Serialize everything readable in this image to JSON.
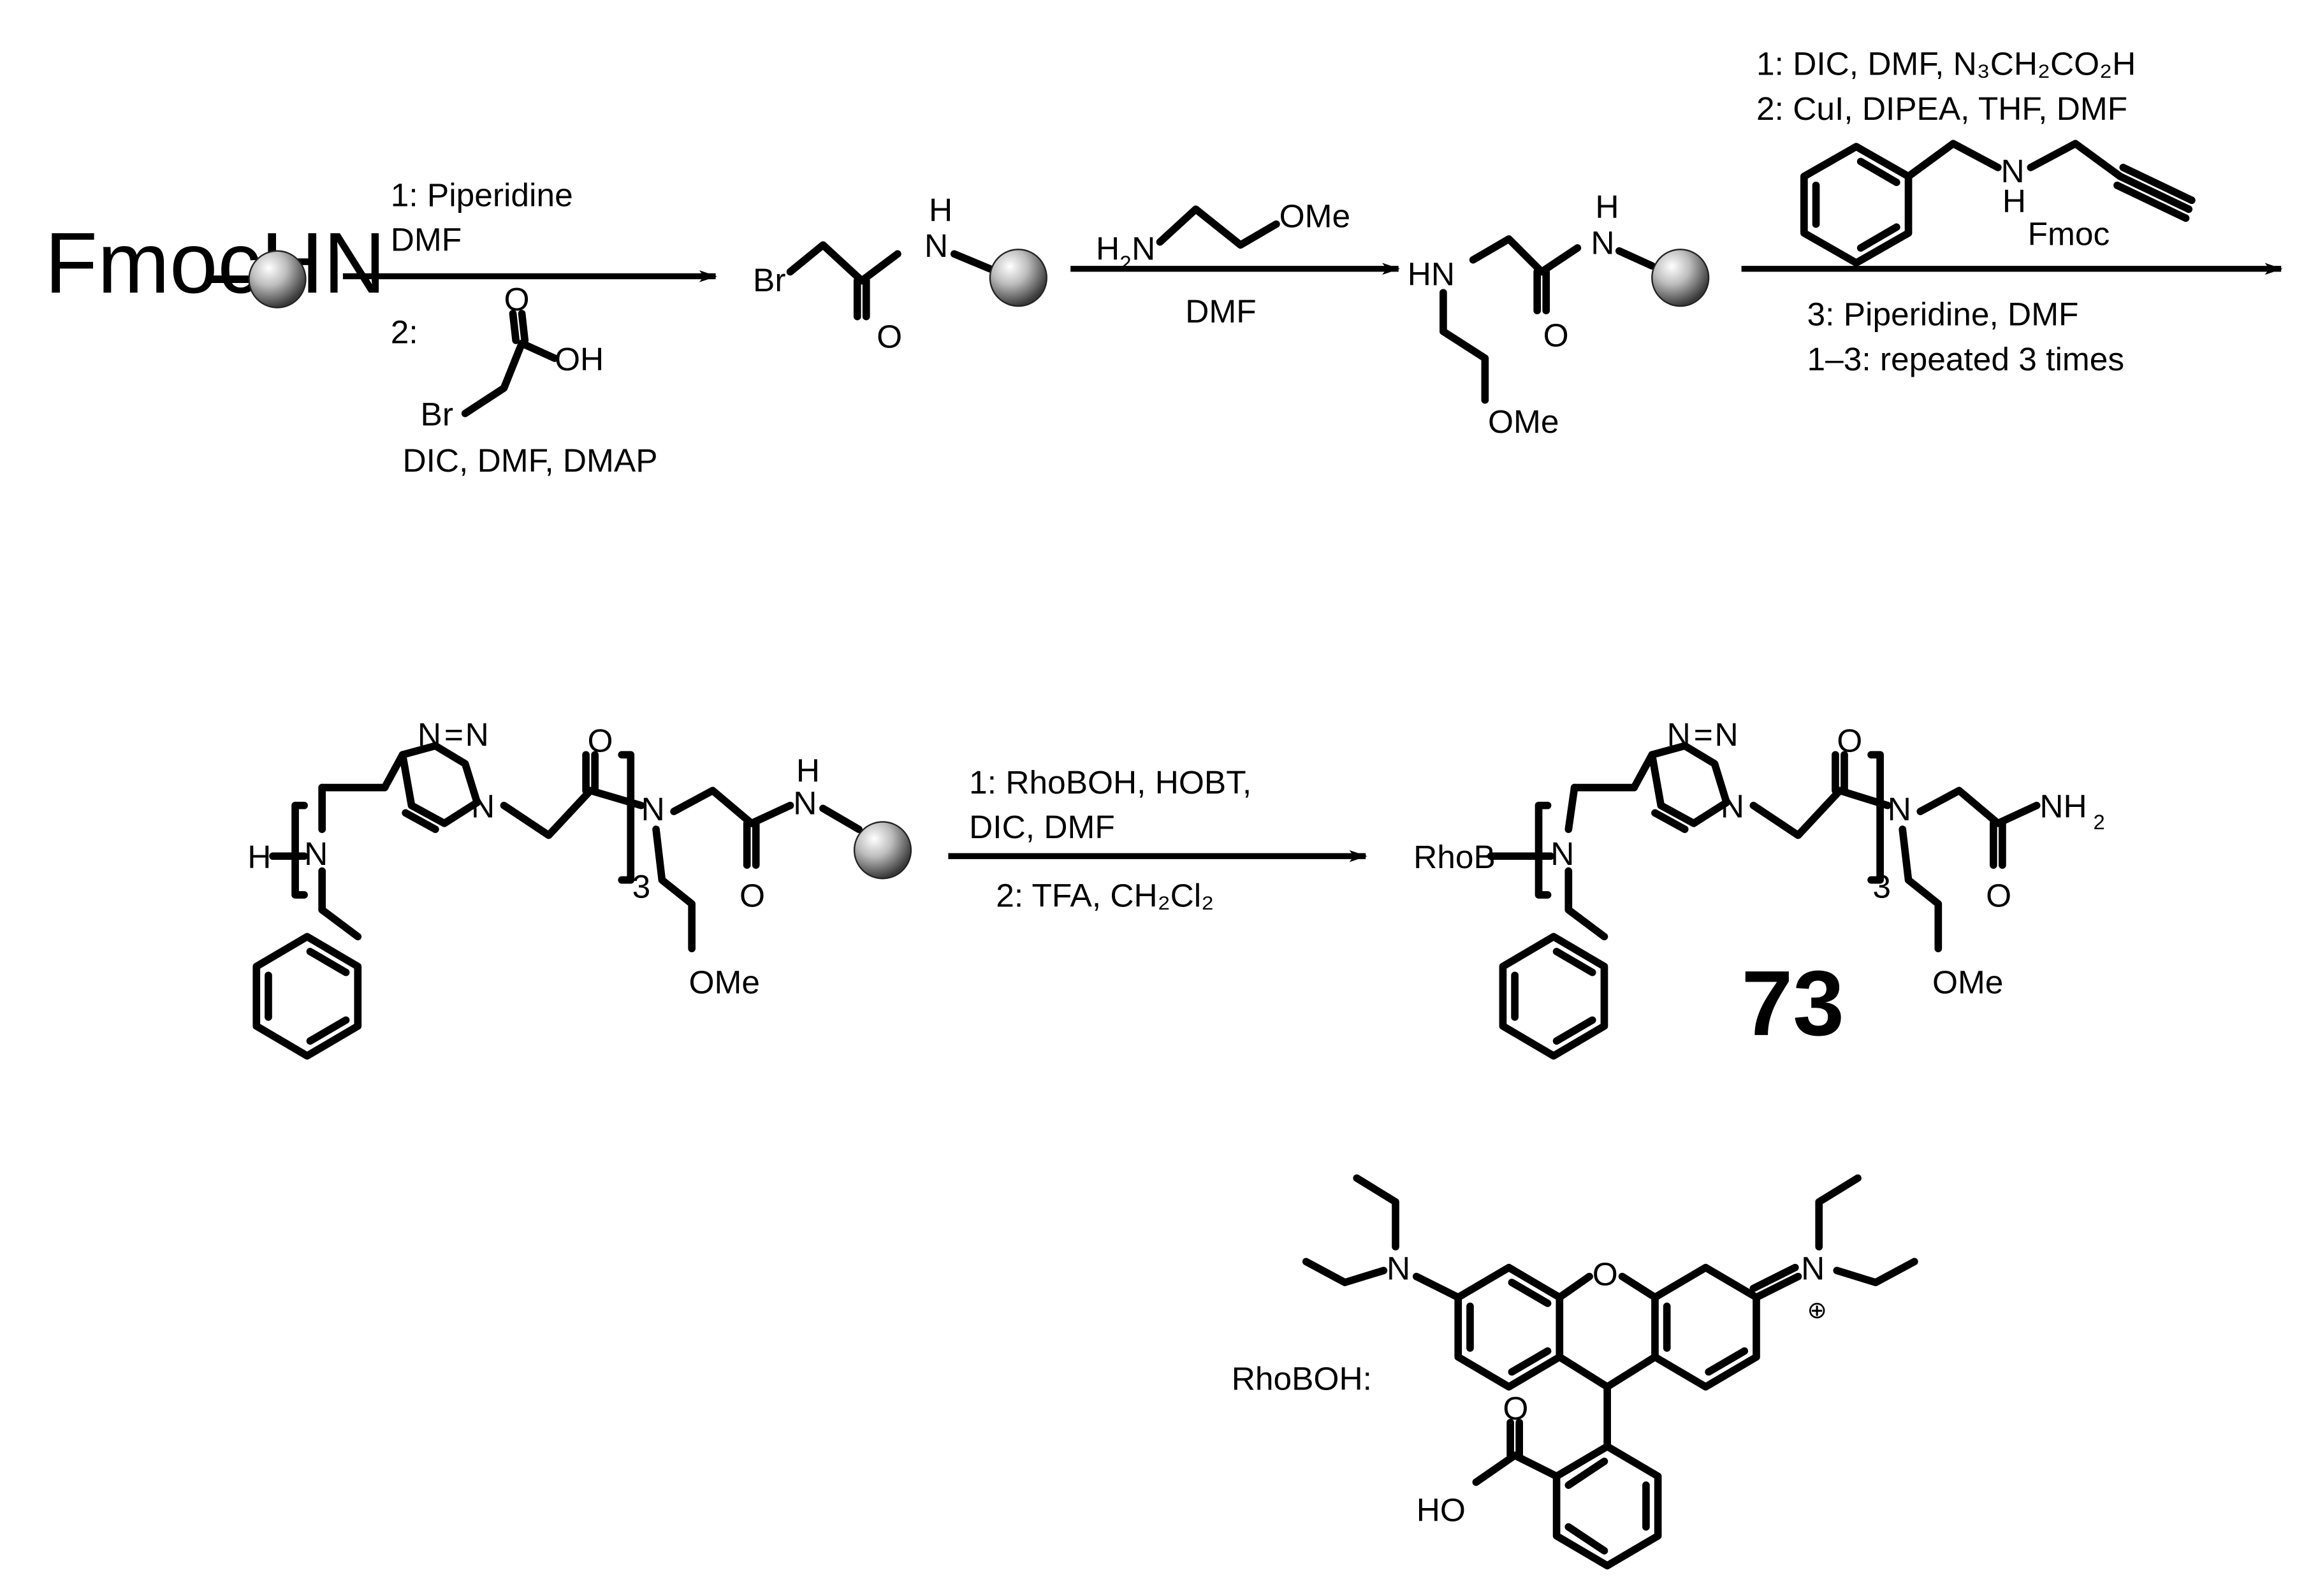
{
  "step1": {
    "start_label": "FmocHN",
    "line1": "1: Piperidine",
    "line2": "DMF",
    "line3": "2:",
    "br_label": "Br",
    "o_label": "O",
    "oh_label": "OH",
    "line4": "DIC, DMF,  DMAP"
  },
  "product1": {
    "br": "Br",
    "n": "N",
    "h": "H",
    "o": "O"
  },
  "step2": {
    "h2n": "H",
    "h2n_sub": "2",
    "h2n_n": "N",
    "ome": "OMe",
    "solvent": "DMF"
  },
  "product2": {
    "hn": "HN",
    "n": "N",
    "h": "H",
    "o": "O",
    "ome": "OMe"
  },
  "step3": {
    "line1": "1: DIC, DMF, N₃CH₂CO₂H",
    "line2": "2: CuI, DIPEA, THF, DMF",
    "n": "N",
    "h": "H",
    "fmoc": "Fmoc",
    "line3": "3: Piperidine, DMF",
    "line4": "1–3: repeated 3 times"
  },
  "product3": {
    "h_term": "H",
    "n_amine": "N",
    "triazole_n1": "N",
    "triazole_eq": "=",
    "triazole_n2": "N",
    "triazole_n3": "N",
    "o_top": "O",
    "n_mid": "N",
    "repeat": "3",
    "nh_n": "N",
    "nh_h": "H",
    "o_bottom": "O",
    "ome": "OMe"
  },
  "step4": {
    "line1": "1: RhoBOH, HOBT,",
    "line2": "DIC, DMF",
    "line3": "2: TFA, CH₂Cl₂"
  },
  "product4": {
    "rhob": "RhoB",
    "n_amine": "N",
    "triazole_n1": "N",
    "triazole_eq": "=",
    "triazole_n2": "N",
    "triazole_n3": "N",
    "o_top": "O",
    "n_mid": "N",
    "repeat": "3",
    "nh2": "NH",
    "nh2_sub": "2",
    "o_bottom": "O",
    "ome": "OMe",
    "compound_number": "73"
  },
  "rhodamine": {
    "label": "RhoBOH:",
    "n_left": "N",
    "o_ring": "O",
    "n_right": "N",
    "charge": "⊕",
    "o_acid": "O",
    "ho": "HO"
  }
}
